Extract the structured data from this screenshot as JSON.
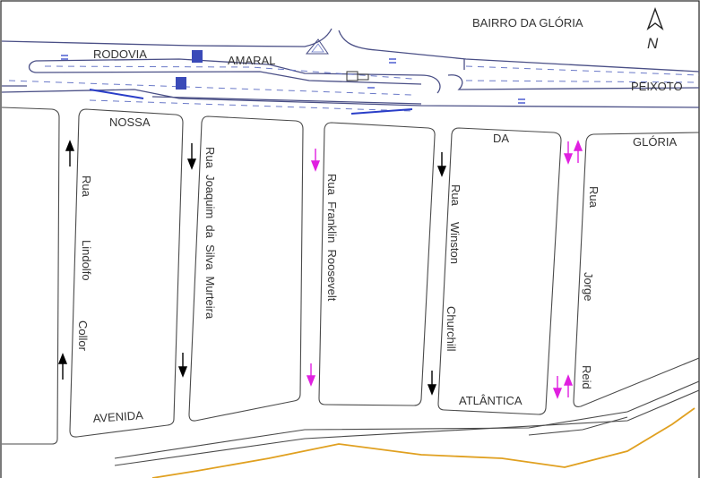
{
  "neighborhood_label": "BAIRRO DA GLÓRIA",
  "north": {
    "letter": "N",
    "icon": "north-arrow-icon"
  },
  "avenues": {
    "top": [
      {
        "id": "rodovia",
        "text": "RODOVIA"
      },
      {
        "id": "amaral",
        "text": "AMARAL"
      },
      {
        "id": "peixoto",
        "text": "PEIXOTO"
      }
    ],
    "middle": [
      {
        "id": "nossa",
        "text": "NOSSA"
      },
      {
        "id": "da",
        "text": "DA"
      },
      {
        "id": "gloria",
        "text": "GLÓRIA"
      }
    ],
    "bottom": [
      {
        "id": "avenida",
        "text": "AVENIDA"
      },
      {
        "id": "atlantica",
        "text": "ATLÂNTICA"
      }
    ]
  },
  "streets": [
    {
      "id": "lindolfo-collor",
      "words": [
        "Rua",
        "Lindolfo",
        "Collor"
      ]
    },
    {
      "id": "joaquim-da-silva-murteira",
      "text": "Rua  Joaquim  da  Silva  Murteira"
    },
    {
      "id": "franklin-roosevelt",
      "text": "Rua  Franklin  Roosevelt"
    },
    {
      "id": "winston-churchill",
      "words": [
        "Rua",
        "Winston",
        "Churchill"
      ]
    },
    {
      "id": "jorge-reid",
      "words": [
        "Rua",
        "Jorge",
        "Reid"
      ]
    }
  ],
  "colors": {
    "one_way_arrow": "#000000",
    "two_way_arrow": "#e020e0",
    "beach_line": "#e0a020",
    "highway": "#4a4f86",
    "lane_marking": "#6a79c8"
  }
}
